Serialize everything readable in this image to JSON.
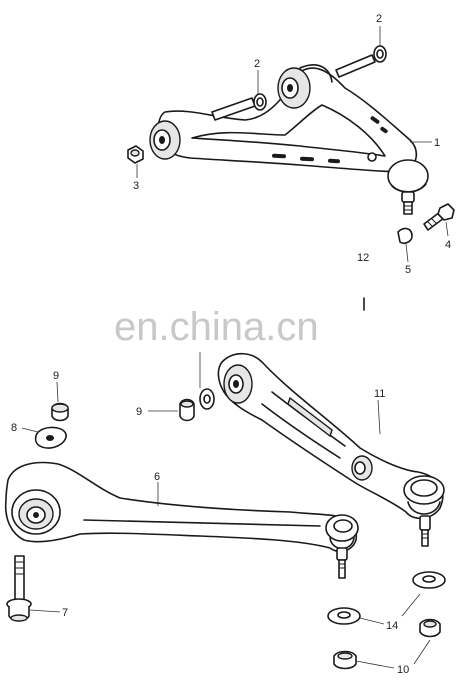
{
  "watermark": "en.china.cn",
  "callouts": {
    "c1": "1",
    "c2a": "2",
    "c2b": "2",
    "c3": "3",
    "c4": "4",
    "c5": "5",
    "c6": "6",
    "c7": "7",
    "c8": "8",
    "c9a": "9",
    "c9b": "9",
    "c10": "10",
    "c11": "11",
    "c12": "12",
    "c14": "14"
  }
}
